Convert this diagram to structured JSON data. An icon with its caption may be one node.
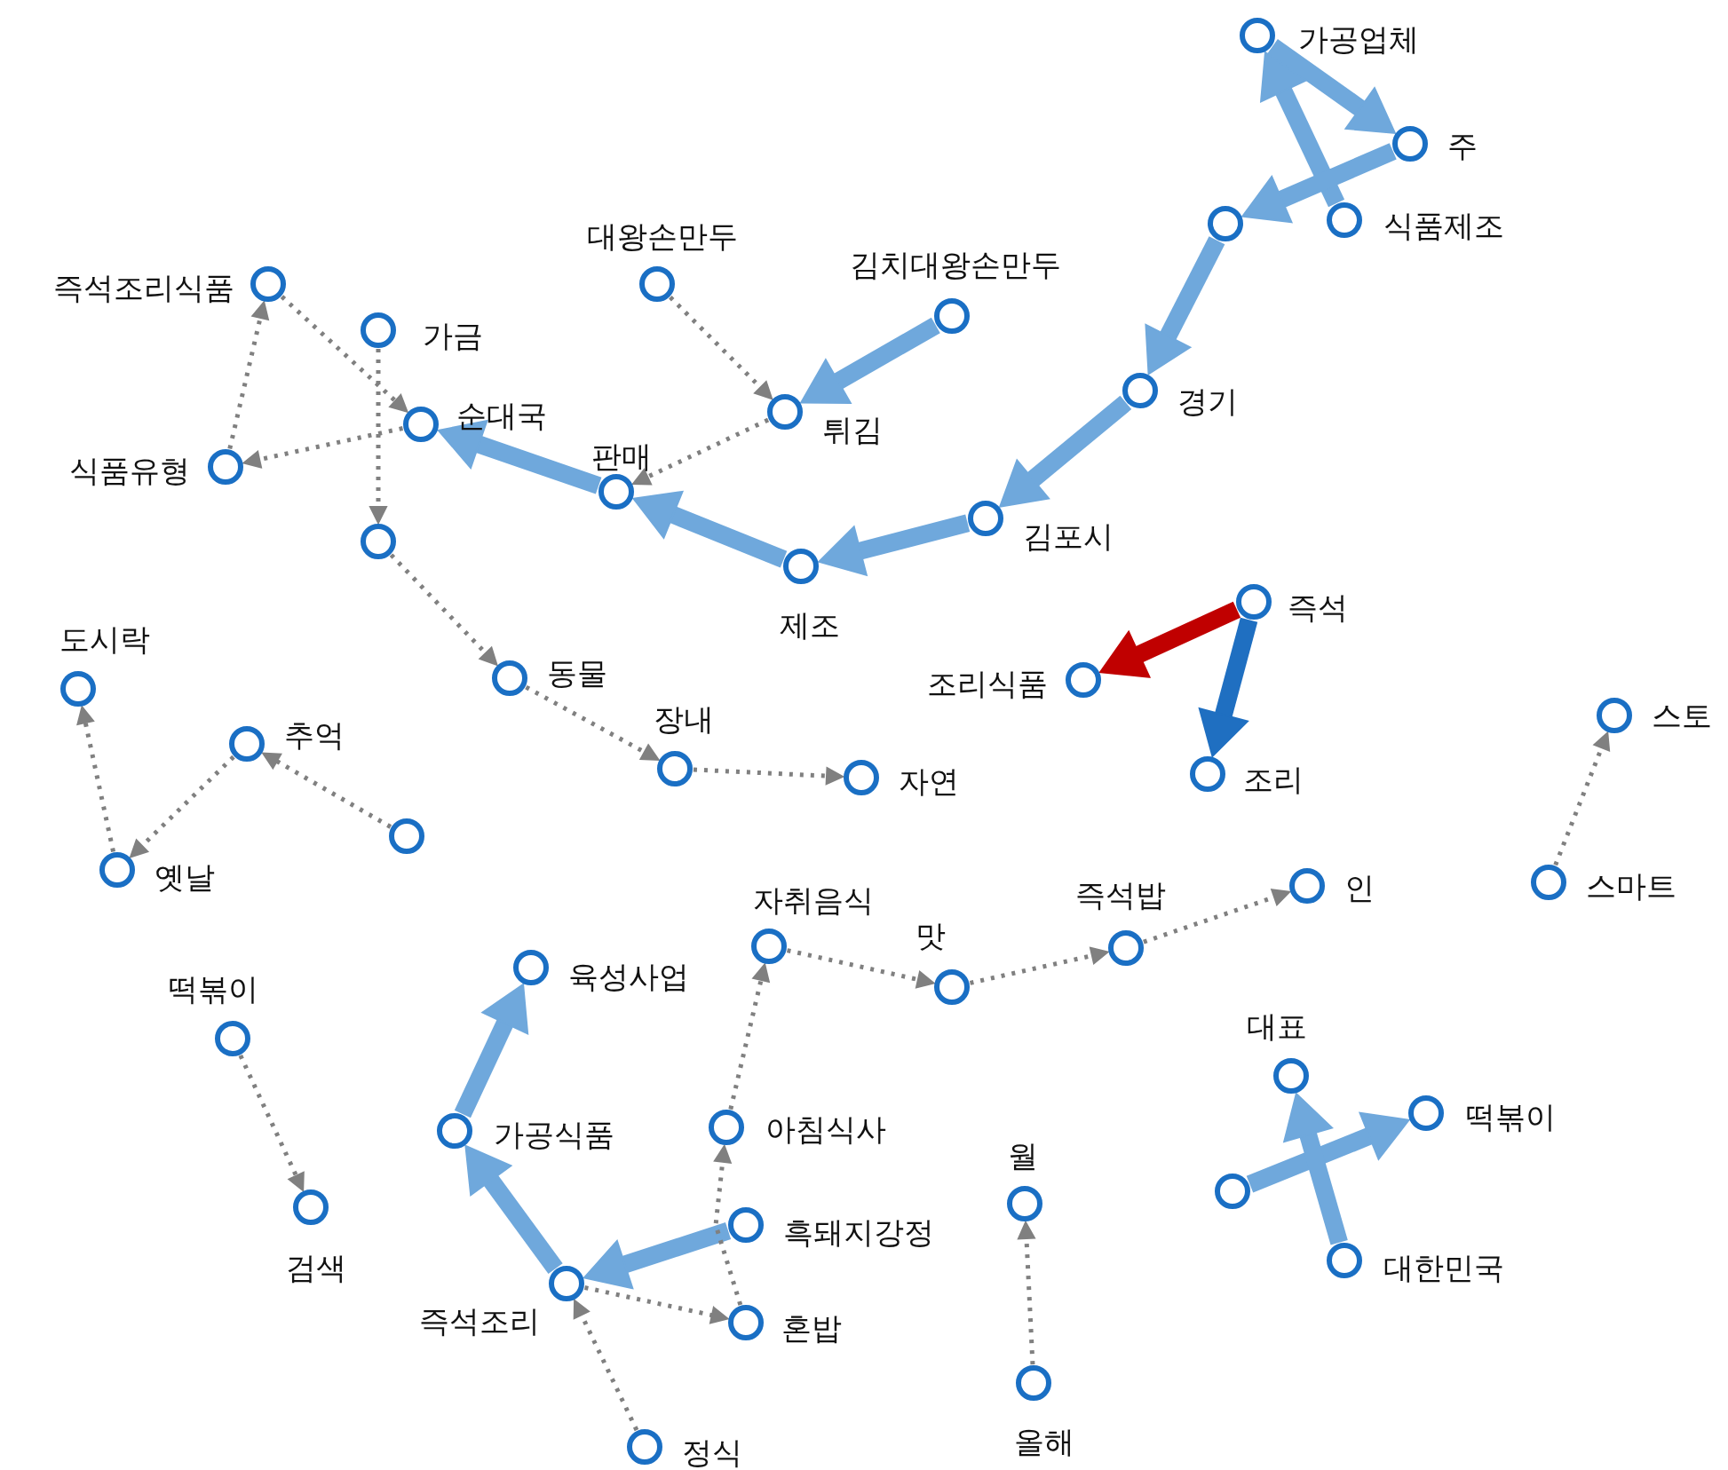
{
  "diagram": {
    "nodes": [
      {
        "text": [
          "가공업체"
        ]
      },
      {
        "text": [
          "주"
        ]
      },
      {
        "text": [
          "식품제조"
        ]
      },
      {
        "text": [],
        "shape": "circle"
      },
      {
        "text": [
          "경기"
        ]
      },
      {
        "text": [
          "김포시"
        ]
      },
      {
        "text": [
          "제조"
        ]
      },
      {
        "text": [
          "판매"
        ]
      },
      {
        "text": [
          "순대국"
        ]
      },
      {
        "text": [
          "튀김"
        ]
      },
      {
        "text": [
          "김치대왕손만두"
        ]
      },
      {
        "text": [
          "대왕손만두"
        ]
      },
      {
        "text": [
          "즉석조리식품"
        ]
      },
      {
        "text": [
          "가금"
        ]
      },
      {
        "text": [
          "식품유형"
        ]
      },
      {
        "text": [],
        "shape": "circle"
      },
      {
        "text": [
          "동물"
        ]
      },
      {
        "text": [
          "장내"
        ]
      },
      {
        "text": [
          "자연"
        ]
      },
      {
        "text": [
          "즉석"
        ]
      },
      {
        "text": [
          "조리식품"
        ]
      },
      {
        "text": [
          "조리"
        ]
      },
      {
        "text": [
          "스토"
        ]
      },
      {
        "text": [
          "스마트"
        ]
      },
      {
        "text": [
          "도시락"
        ]
      },
      {
        "text": [
          "추억"
        ]
      },
      {
        "text": [
          "옛날"
        ]
      },
      {
        "text": [],
        "shape": "circle"
      },
      {
        "text": [
          "떡볶이"
        ]
      },
      {
        "text": [
          "검색"
        ]
      },
      {
        "text": [
          "육성사업"
        ]
      },
      {
        "text": [
          "가공식품"
        ]
      },
      {
        "text": [
          "즉석조리"
        ]
      },
      {
        "text": [
          "흑돼지강정"
        ]
      },
      {
        "text": [
          "혼밥"
        ]
      },
      {
        "text": [
          "정식"
        ]
      },
      {
        "text": [
          "자취음식"
        ]
      },
      {
        "text": [
          "아침식사"
        ]
      },
      {
        "text": [
          "맛"
        ]
      },
      {
        "text": [
          "즉석밥"
        ]
      },
      {
        "text": [
          "인"
        ]
      },
      {
        "text": [
          "월"
        ]
      },
      {
        "text": [
          "올해"
        ]
      },
      {
        "text": [
          "대표"
        ]
      },
      {
        "text": [
          "떡볶이"
        ]
      },
      {
        "text": [],
        "shape": "circle"
      },
      {
        "text": [
          "대한민국"
        ]
      }
    ],
    "edges": [
      {
        "from": 0,
        "to": 1,
        "arrow": "to",
        "style": "thick",
        "color": "#6fa8dc"
      },
      {
        "from": 2,
        "to": 0,
        "arrow": "to",
        "style": "thick",
        "color": "#6fa8dc"
      },
      {
        "from": 1,
        "to": 3,
        "arrow": "to",
        "style": "thick",
        "color": "#6fa8dc"
      },
      {
        "from": 3,
        "to": 4,
        "arrow": "to",
        "style": "thick",
        "color": "#6fa8dc"
      },
      {
        "from": 4,
        "to": 5,
        "arrow": "to",
        "style": "thick",
        "color": "#6fa8dc"
      },
      {
        "from": 5,
        "to": 6,
        "arrow": "to",
        "style": "thick",
        "color": "#6fa8dc"
      },
      {
        "from": 6,
        "to": 7,
        "arrow": "to",
        "style": "thick",
        "color": "#6fa8dc"
      },
      {
        "from": 7,
        "to": 8,
        "arrow": "to",
        "style": "thick",
        "color": "#6fa8dc"
      },
      {
        "from": 10,
        "to": 9,
        "arrow": "to",
        "style": "thick",
        "color": "#6fa8dc"
      },
      {
        "from": 11,
        "to": 9,
        "arrow": "to",
        "style": "dashed"
      },
      {
        "from": 9,
        "to": 7,
        "arrow": "to",
        "style": "dashed"
      },
      {
        "from": 12,
        "to": 8,
        "arrow": "to",
        "style": "dashed"
      },
      {
        "from": 8,
        "to": 14,
        "arrow": "to",
        "style": "dashed"
      },
      {
        "from": 14,
        "to": 12,
        "arrow": "to",
        "style": "dashed"
      },
      {
        "from": 13,
        "to": 15,
        "arrow": "to",
        "style": "dashed"
      },
      {
        "from": 15,
        "to": 16,
        "arrow": "to",
        "style": "dashed"
      },
      {
        "from": 16,
        "to": 17,
        "arrow": "to",
        "style": "dashed"
      },
      {
        "from": 17,
        "to": 18,
        "arrow": "to",
        "style": "dashed"
      },
      {
        "from": 19,
        "to": 20,
        "arrow": "to",
        "style": "thick",
        "color": "#c00000"
      },
      {
        "from": 19,
        "to": 21,
        "arrow": "to",
        "style": "thick",
        "color": "#1f6fc1"
      },
      {
        "from": 23,
        "to": 22,
        "arrow": "to",
        "style": "dashed"
      },
      {
        "from": 26,
        "to": 24,
        "arrow": "to",
        "style": "dashed"
      },
      {
        "from": 25,
        "to": 26,
        "arrow": "to",
        "style": "dashed"
      },
      {
        "from": 27,
        "to": 25,
        "arrow": "to",
        "style": "dashed"
      },
      {
        "from": 28,
        "to": 29,
        "arrow": "to",
        "style": "dashed"
      },
      {
        "from": 31,
        "to": 30,
        "arrow": "to",
        "style": "thick",
        "color": "#6fa8dc"
      },
      {
        "from": 32,
        "to": 31,
        "arrow": "to",
        "style": "thick",
        "color": "#6fa8dc"
      },
      {
        "from": 33,
        "to": 32,
        "arrow": "to",
        "style": "thick",
        "color": "#6fa8dc"
      },
      {
        "from": 32,
        "to": 34,
        "arrow": "to",
        "style": "dashed"
      },
      {
        "from": 35,
        "to": 32,
        "arrow": "to",
        "style": "dashed"
      },
      {
        "from": 34,
        "to": 37,
        "arrow": "to",
        "style": "dashed"
      },
      {
        "from": 37,
        "to": 36,
        "arrow": "to",
        "style": "dashed"
      },
      {
        "from": 36,
        "to": 38,
        "arrow": "to",
        "style": "dashed"
      },
      {
        "from": 38,
        "to": 39,
        "arrow": "to",
        "style": "dashed"
      },
      {
        "from": 39,
        "to": 40,
        "arrow": "to",
        "style": "dashed"
      },
      {
        "from": 42,
        "to": 41,
        "arrow": "to",
        "style": "dashed"
      },
      {
        "from": 45,
        "to": 44,
        "arrow": "to",
        "style": "thick",
        "color": "#6fa8dc"
      },
      {
        "from": 46,
        "to": 43,
        "arrow": "to",
        "style": "thick",
        "color": "#6fa8dc"
      }
    ]
  }
}
